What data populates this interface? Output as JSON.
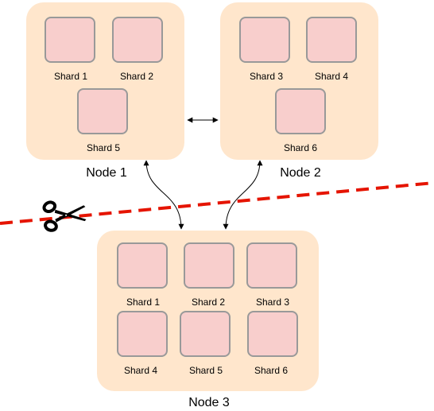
{
  "nodes": [
    {
      "label": "Node 1",
      "shards": [
        "Shard 1",
        "Shard 2",
        "Shard 5"
      ]
    },
    {
      "label": "Node 2",
      "shards": [
        "Shard 3",
        "Shard 4",
        "Shard 6"
      ]
    },
    {
      "label": "Node 3",
      "shards": [
        "Shard 1",
        "Shard 2",
        "Shard 3",
        "Shard 4",
        "Shard 5",
        "Shard 6"
      ]
    }
  ],
  "icons": {
    "cut": "scissors-icon"
  },
  "colors": {
    "node_fill": "#ffe6cc",
    "shard_fill": "#f8cecc",
    "shard_border": "#999999",
    "partition_line": "#e51400"
  }
}
